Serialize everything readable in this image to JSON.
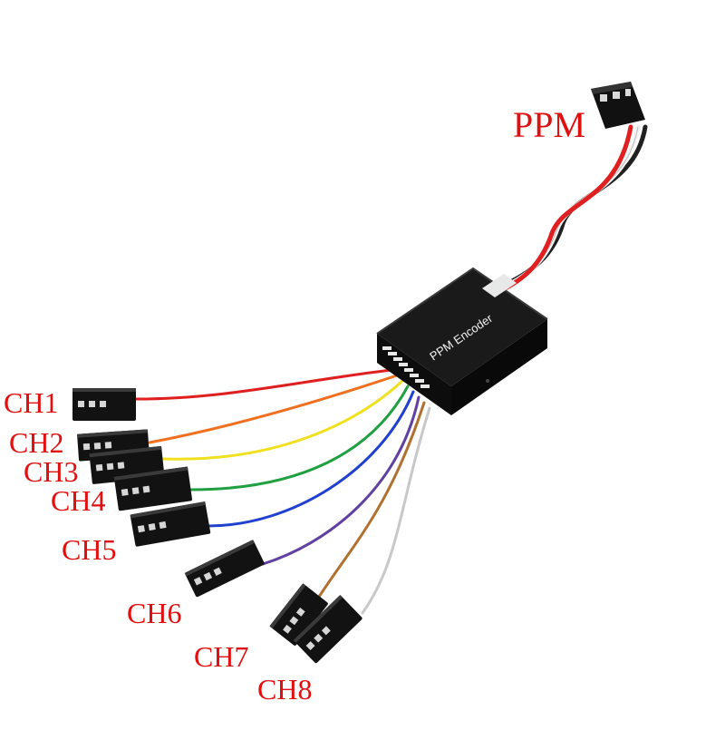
{
  "device": {
    "name": "PPM Encoder",
    "body_color": "#151515",
    "pin_color": "#e8e8e8"
  },
  "label_color": "#e01010",
  "output": {
    "label": "PPM",
    "wires": [
      "#e02020",
      "#ffffff",
      "#202020"
    ]
  },
  "channels": [
    {
      "label": "CH1",
      "wire_color": "#e02020"
    },
    {
      "label": "CH2",
      "wire_color": "#f07020"
    },
    {
      "label": "CH3",
      "wire_color": "#f0e020"
    },
    {
      "label": "CH4",
      "wire_color": "#20a040"
    },
    {
      "label": "CH5",
      "wire_color": "#2040d0"
    },
    {
      "label": "CH6",
      "wire_color": "#6040a0"
    },
    {
      "label": "CH7",
      "wire_color": "#b07030"
    },
    {
      "label": "CH8",
      "wire_color": "#c8c8c8"
    }
  ]
}
